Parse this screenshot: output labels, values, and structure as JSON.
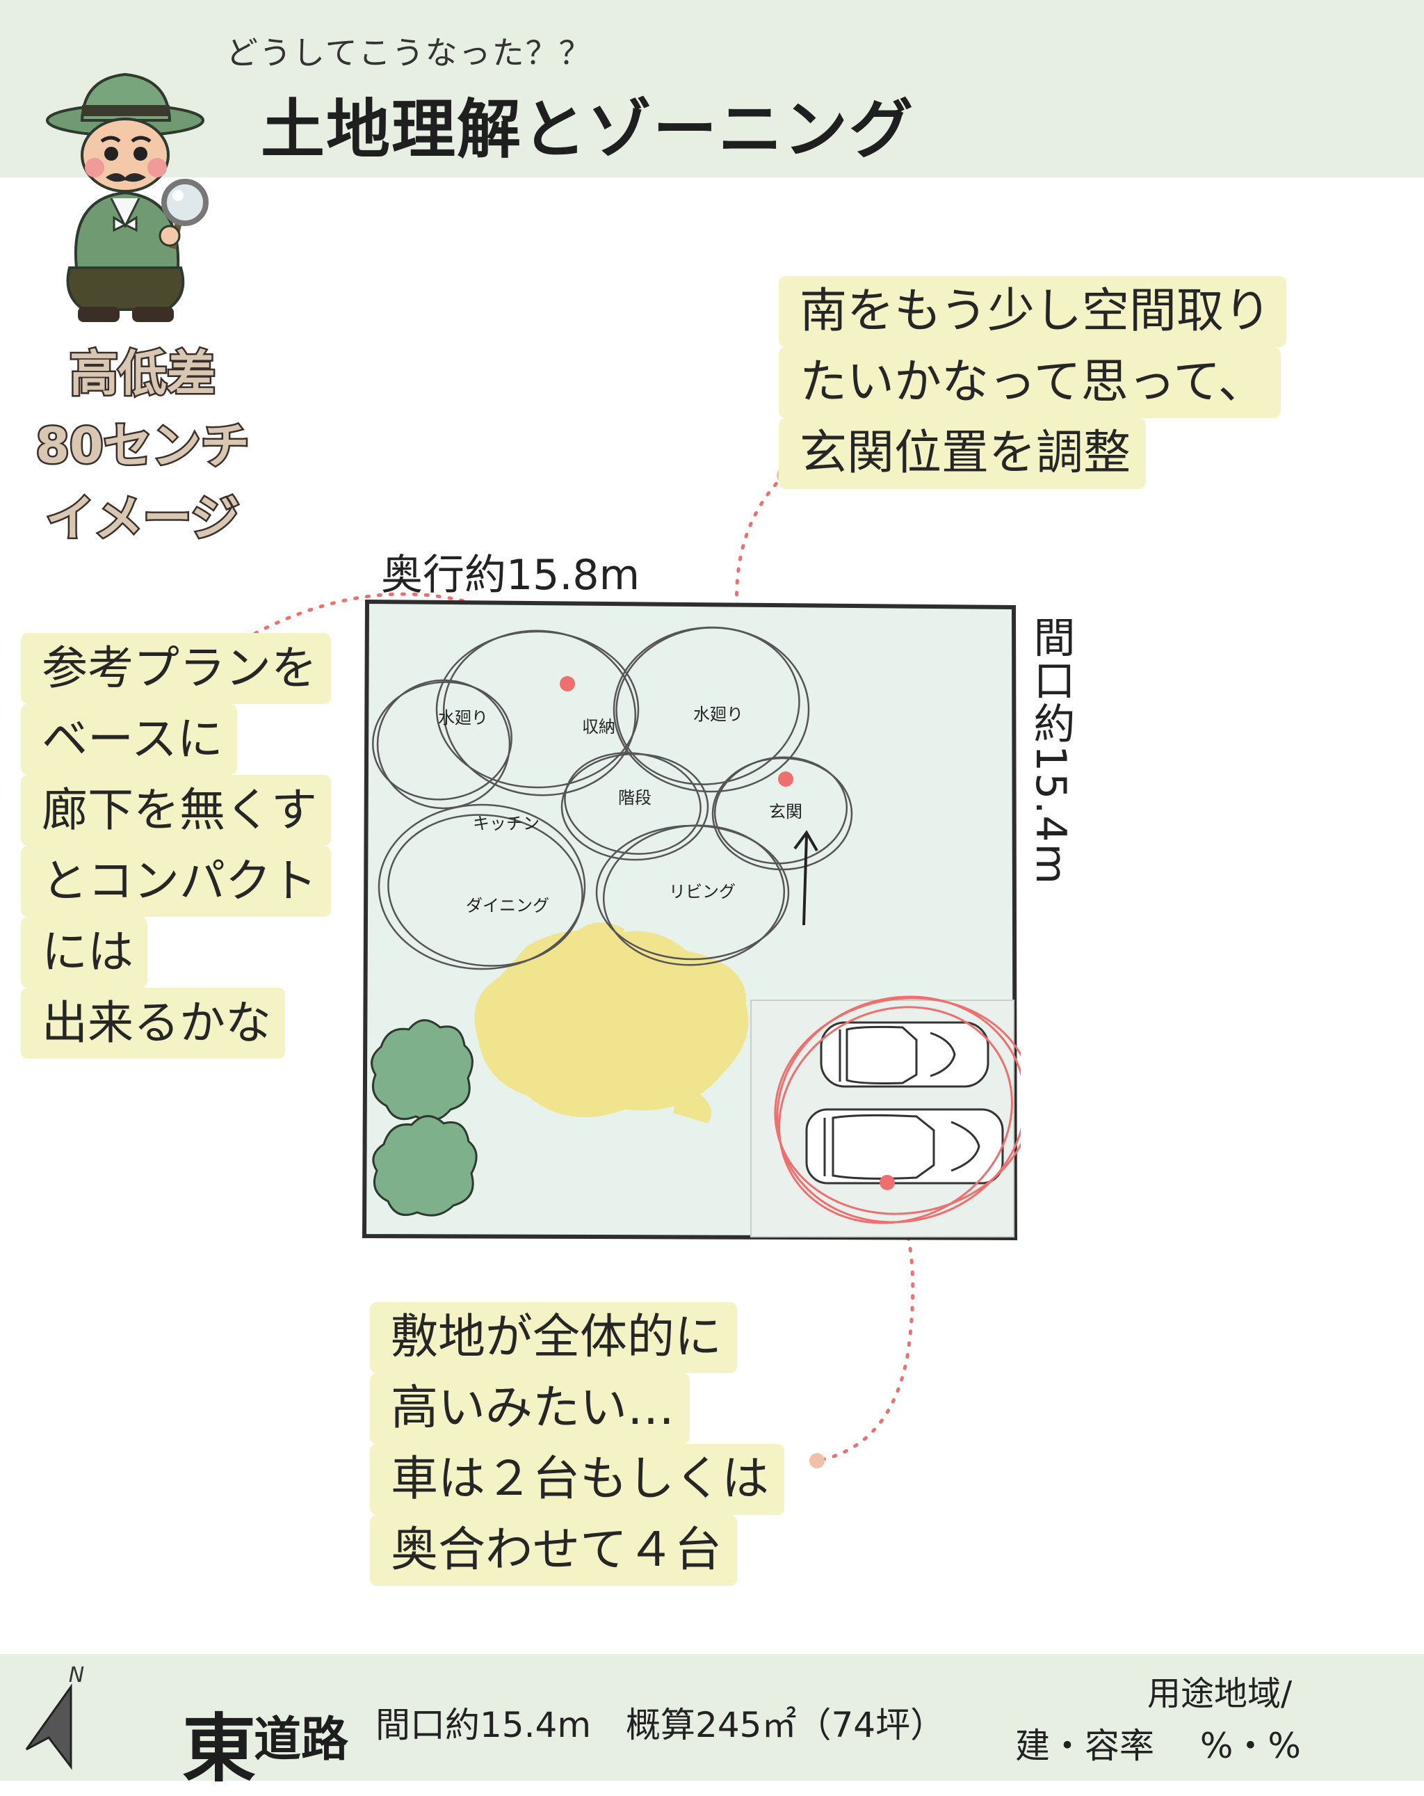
{
  "header": {
    "subtitle": "どうしてこうなった？？",
    "title": "土地理解とゾーニング"
  },
  "elevation_label": [
    "高低差",
    "80センチ",
    "イメージ"
  ],
  "notes": {
    "south": [
      "南をもう少し空間取り",
      "たいかなって思って、",
      "玄関位置を調整"
    ],
    "plan": [
      "参考プランを",
      "ベースに",
      "廊下を無くす",
      "とコンパクト",
      "には",
      "出来るかな"
    ],
    "site": [
      "敷地が全体的に",
      "高いみたい…",
      "車は２台もしくは",
      "奥合わせて４台"
    ]
  },
  "dimensions": {
    "depth": "奥行約15.8m",
    "width": "間口約15.4m"
  },
  "zones": [
    "水廻り",
    "収納",
    "水廻り",
    "階段",
    "玄関",
    "キッチン",
    "ダイニング",
    "リビング"
  ],
  "colors": {
    "band": "#e6efe2",
    "lot": "#e8f2ec",
    "note": "#f3f3c5",
    "accent": "#ef6f6f",
    "garden": "#f0e48f",
    "tree": "#7fb08c"
  },
  "footer": {
    "north": "N",
    "road_big": "東",
    "road_small": "道路",
    "info": "間口約15.4m　概算245㎡（74坪）",
    "zoning_1": "用途地域/",
    "zoning_2": "建・容率　 %・%"
  }
}
